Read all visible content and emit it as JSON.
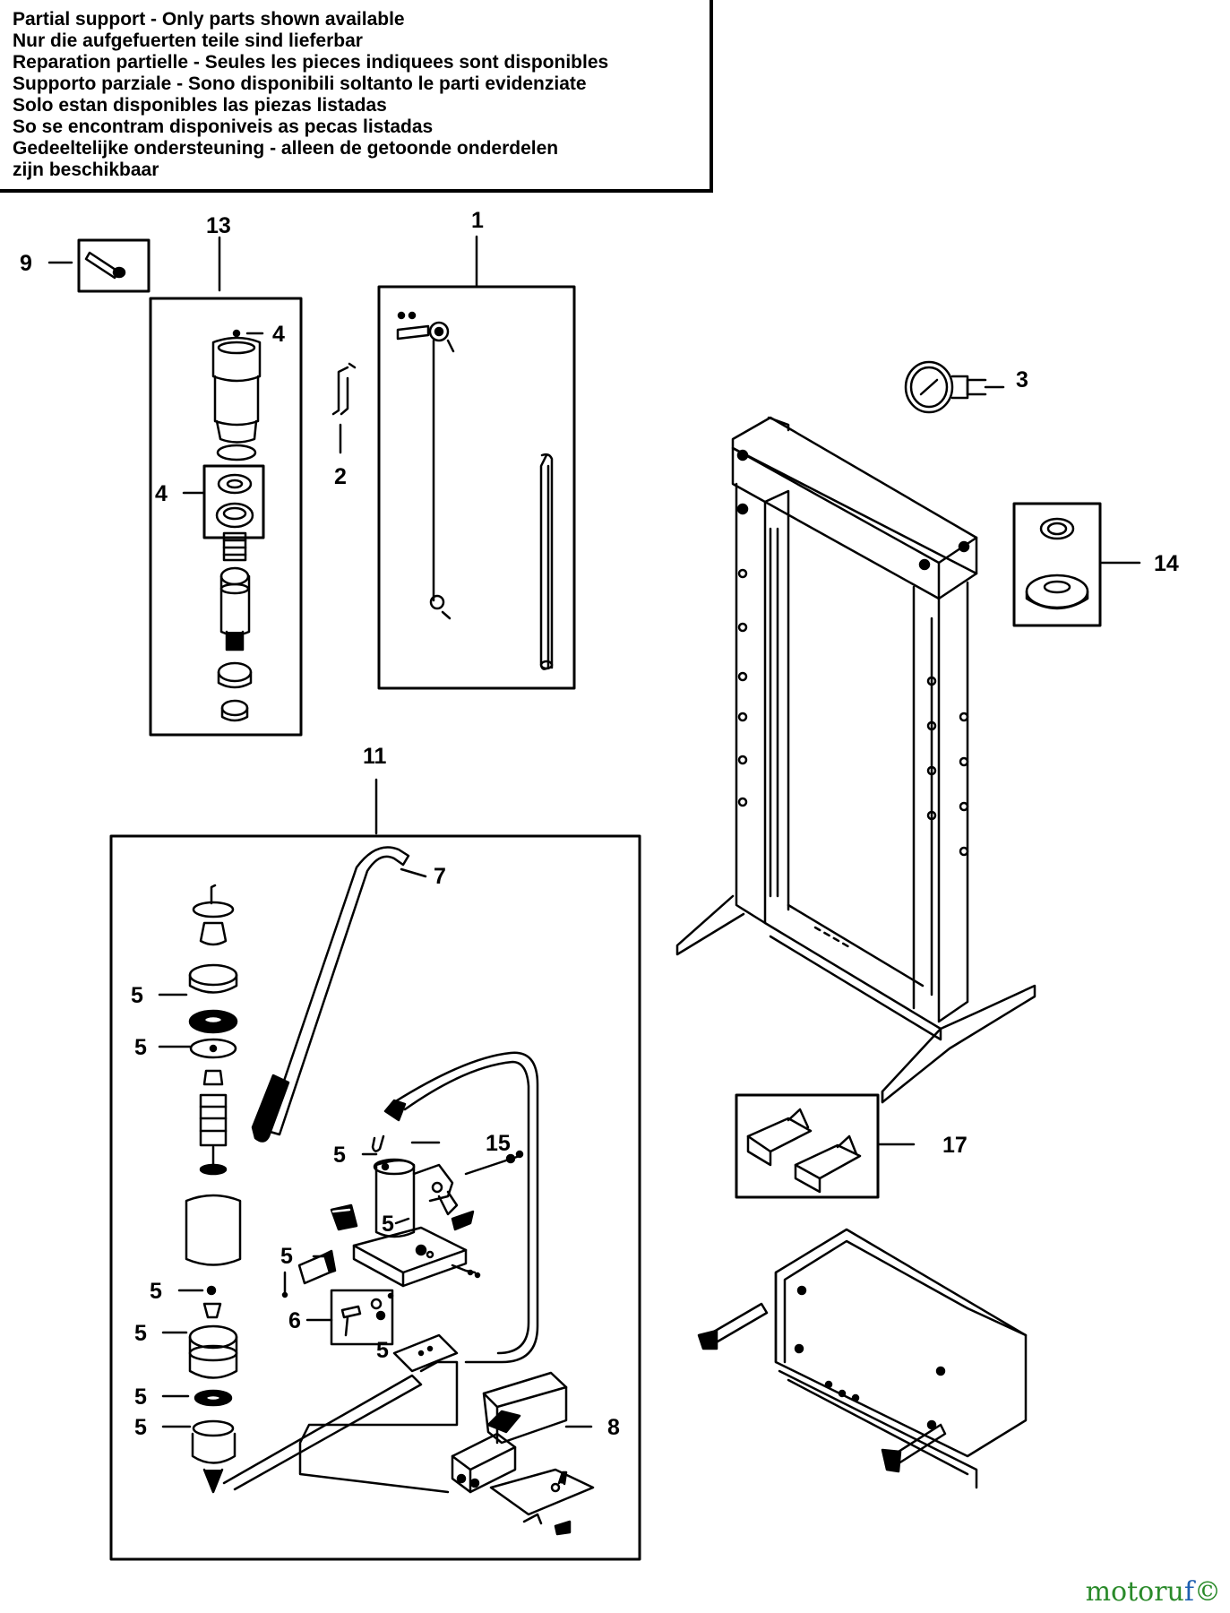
{
  "notice": {
    "lines": [
      "Partial support - Only parts shown available",
      "Nur die aufgefuerten teile sind lieferbar",
      "Reparation partielle - Seules les pieces indiquees sont disponibles",
      "Supporto parziale - Sono disponibili soltanto le parti evidenziate",
      "Solo estan disponibles las piezas listadas",
      "So se encontram disponiveis as pecas listadas",
      "Gedeeltelijke ondersteuning - alleen de getoonde onderdelen",
      "zijn beschikbaar"
    ]
  },
  "labels": {
    "p1": "1",
    "p2": "2",
    "p3": "3",
    "p4a": "4",
    "p4b": "4",
    "p5": "5",
    "p6": "6",
    "p7": "7",
    "p8": "8",
    "p9": "9",
    "p11": "11",
    "p13": "13",
    "p14": "14",
    "p15": "15",
    "p17": "17"
  },
  "watermark": {
    "text": "motoru",
    "accent": "f",
    "symbol": "©"
  }
}
